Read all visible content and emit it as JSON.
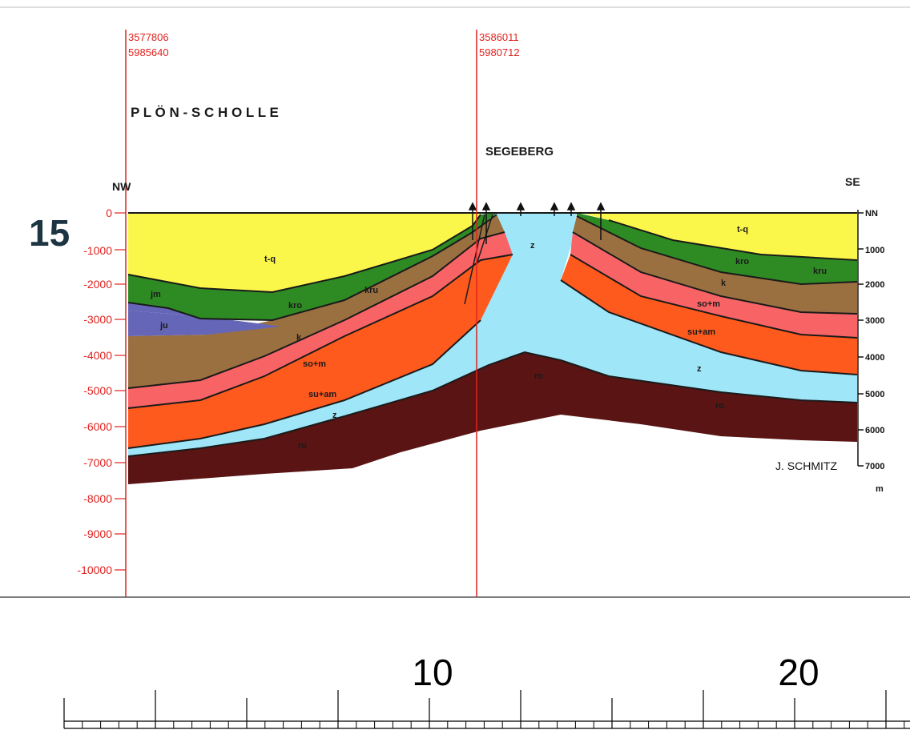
{
  "sheet_number": "15",
  "title": "P L Ö N - S C H O L L E",
  "place_name": "SEGEBERG",
  "orientation": {
    "left": "NW",
    "right": "SE"
  },
  "author": "J. SCHMITZ",
  "profile_markers": [
    {
      "easting": "3577806",
      "northing": "5985640"
    },
    {
      "easting": "3586011",
      "northing": "5980712"
    }
  ],
  "depth_axis": {
    "unit": "m",
    "labels": [
      "0",
      "-1000",
      "-2000",
      "-3000",
      "-4000",
      "-5000",
      "-6000",
      "-7000",
      "-8000",
      "-9000",
      "-10000"
    ]
  },
  "right_axis": {
    "unit": "m",
    "labels": [
      "NN",
      "1000",
      "2000",
      "3000",
      "4000",
      "5000",
      "6000",
      "7000"
    ]
  },
  "layer_labels": {
    "tq_left": "t-q",
    "tq_right": "t-q",
    "jm": "jm",
    "ju": "ju",
    "kro_left": "kro",
    "kru_left": "kru",
    "kro_right": "kro",
    "kru_right": "kru",
    "k_left": "k",
    "k_right": "k",
    "som_left": "so+m",
    "som_right": "so+m",
    "suam_left": "su+am",
    "suam_right": "su+am",
    "z_left": "z",
    "z_top": "z",
    "z_right": "z",
    "ro_left": "ro",
    "ro_center": "ro",
    "ro_right": "ro"
  },
  "km_scale": {
    "labels": [
      "10",
      "20"
    ]
  },
  "colors": {
    "tq": "#fbf74a",
    "kr": "#2e8b23",
    "k": "#9b7040",
    "som": "#f86466",
    "suam": "#ff5a1e",
    "z": "#9ee6f8",
    "ro": "#5a1414",
    "j": "#6666b8",
    "marker": "#e0221e"
  }
}
